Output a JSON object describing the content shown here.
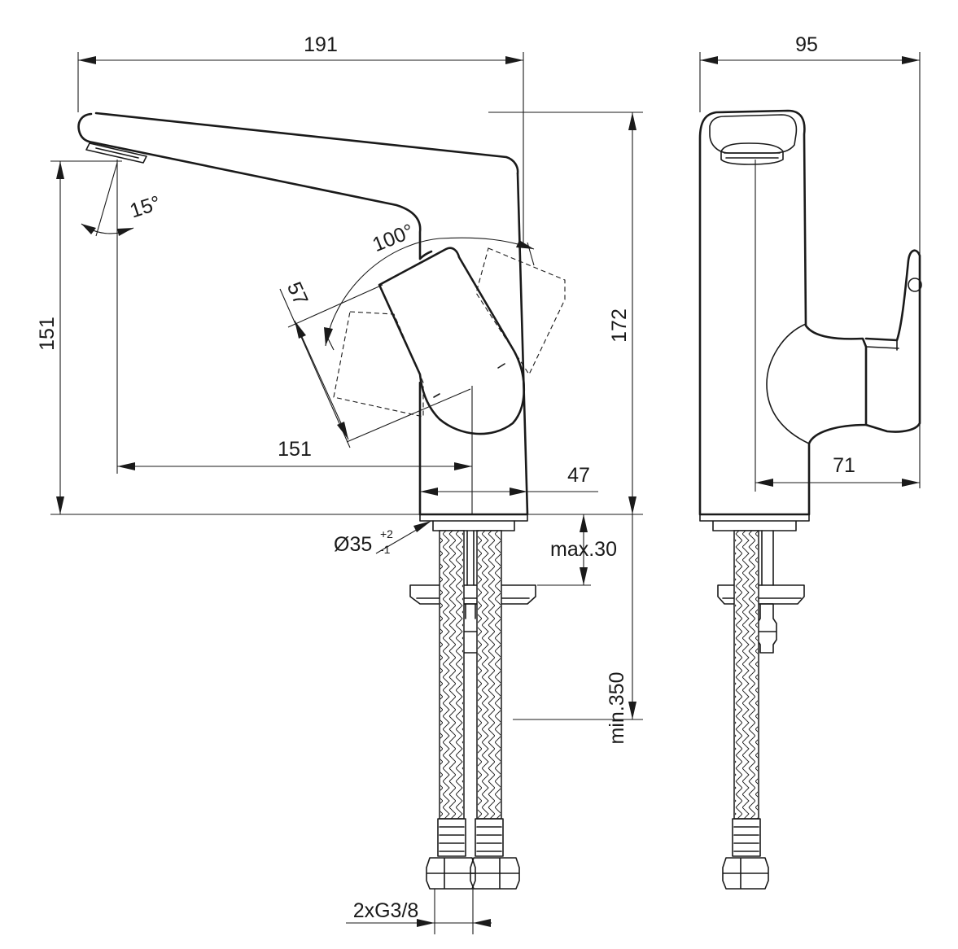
{
  "side_view": {
    "total_length": "191",
    "spout_height": "151",
    "total_height": "172",
    "spout_reach": "151",
    "body_width": "47",
    "spout_angle": "15°",
    "lever_angle": "100°",
    "lever_length": "57",
    "hole_diameter": "Ø35",
    "hole_tol_plus": "+2",
    "hole_tol_minus": "-1",
    "max_thickness": "max.30",
    "hose_length": "min.350",
    "connection": "2xG3/8"
  },
  "front_view": {
    "width": "95",
    "lever_reach": "71"
  }
}
